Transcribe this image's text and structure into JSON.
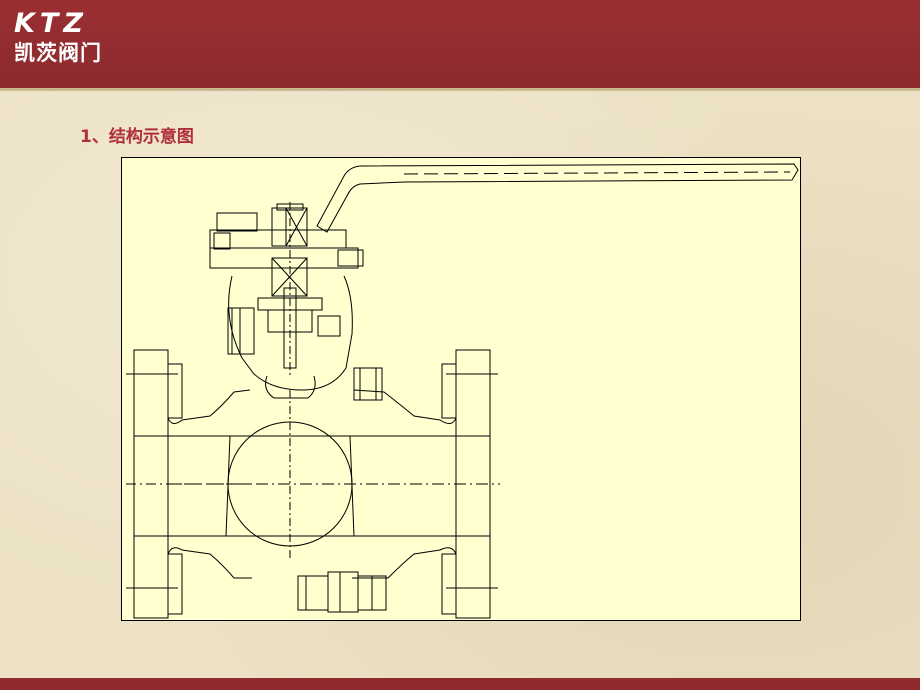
{
  "header": {
    "logo_en": "KTZ",
    "logo_cn": "凯茨阀门",
    "background_color": "#8f2b2e"
  },
  "main": {
    "heading": "1、结构示意图",
    "heading_color": "#b0303a"
  },
  "diagram": {
    "background_color": "#ffffcf",
    "line_color": "#000000"
  }
}
